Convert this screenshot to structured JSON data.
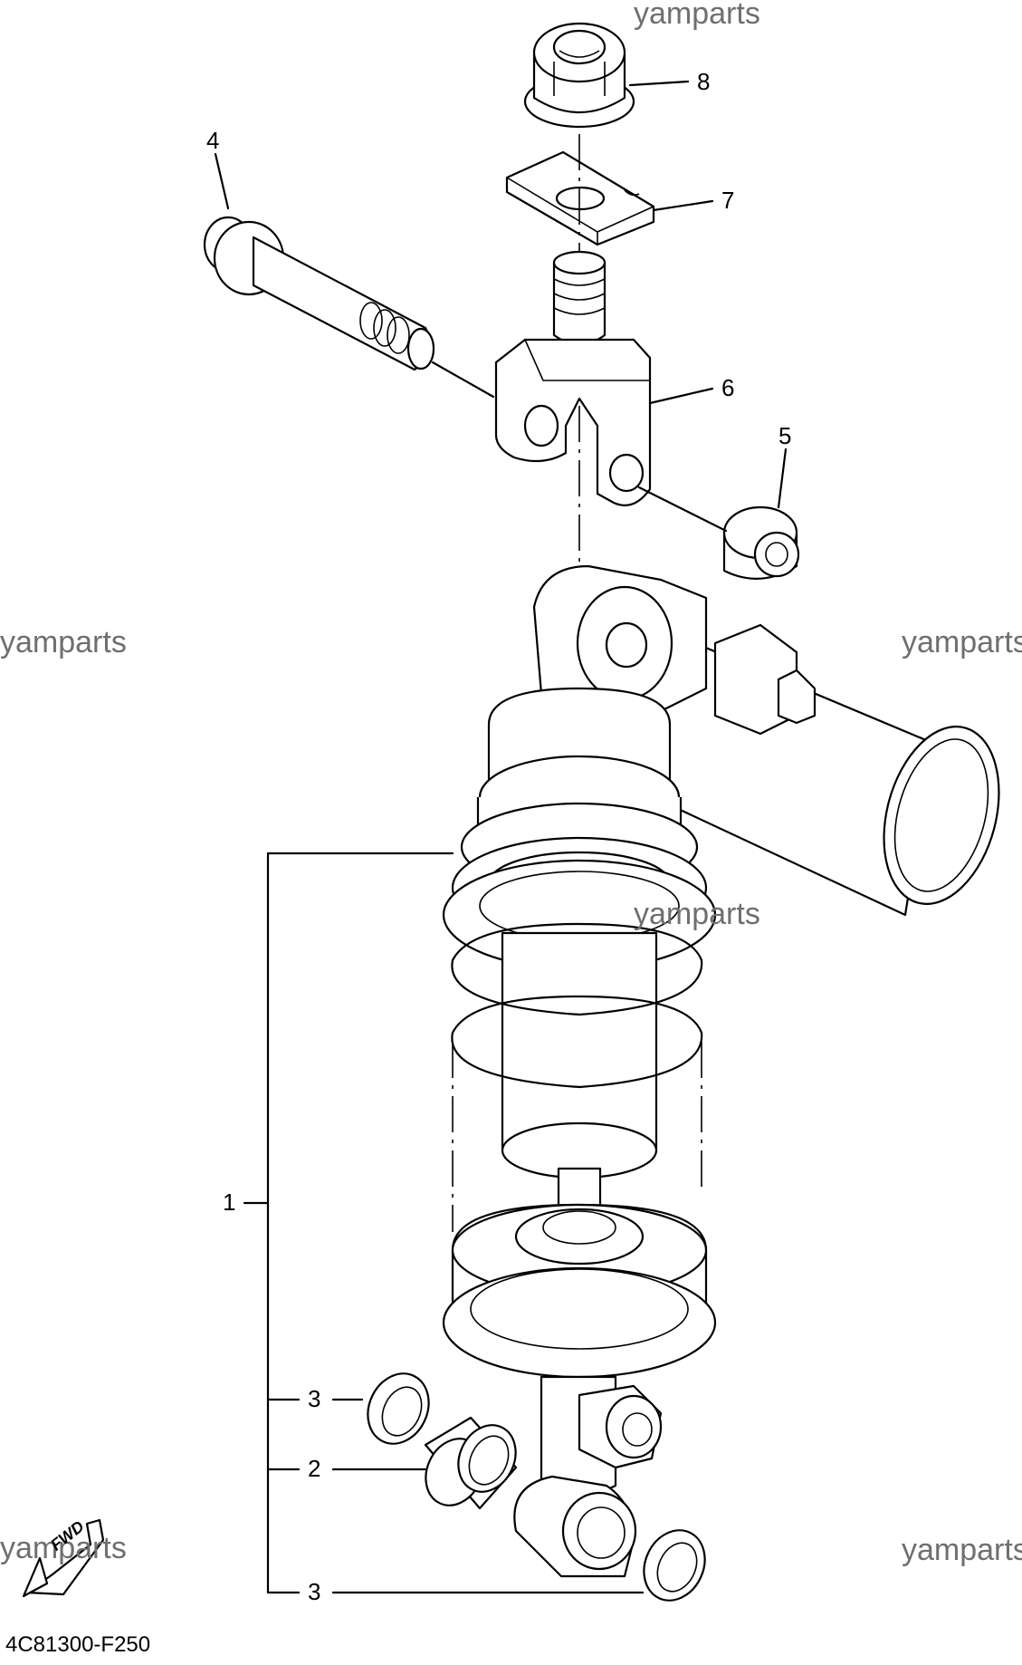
{
  "watermarks": [
    "yamparts",
    "yamparts",
    "yamparts",
    "yamparts",
    "yamparts",
    "yamparts"
  ],
  "callouts": {
    "c1": "1",
    "c2": "2",
    "c3a": "3",
    "c3b": "3",
    "c4": "4",
    "c5": "5",
    "c6": "6",
    "c7": "7",
    "c8": "8"
  },
  "fwd_label": "FWD",
  "diagram_code": "4C81300-F250"
}
